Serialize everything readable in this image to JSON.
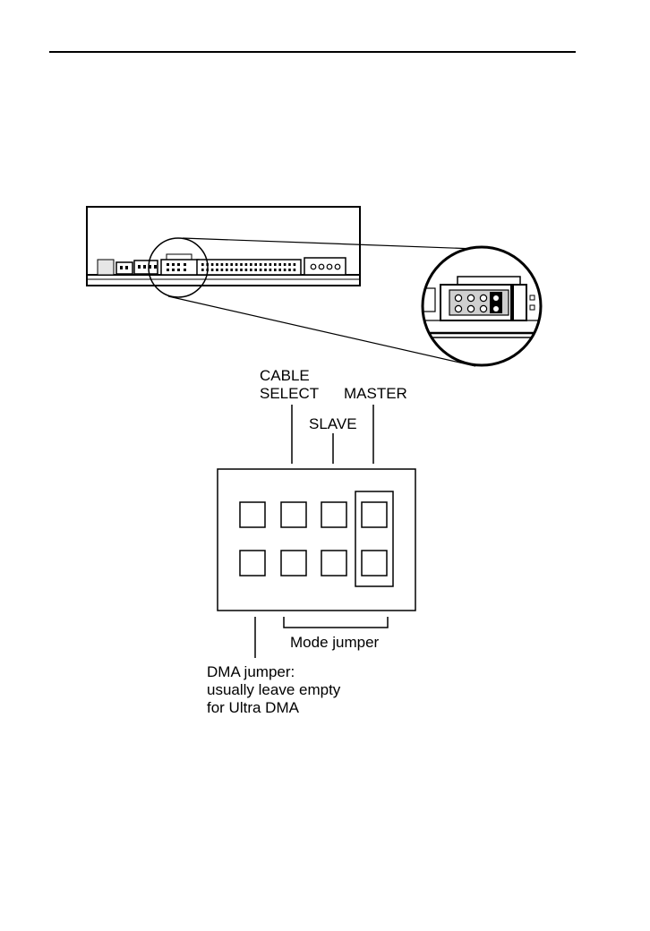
{
  "labels": {
    "cable_select_line1": "CABLE",
    "cable_select_line2": "SELECT",
    "slave": "SLAVE",
    "master": "MASTER",
    "mode_jumper": "Mode jumper",
    "dma_line1": "DMA jumper:",
    "dma_line2": "usually leave empty",
    "dma_line3": "for Ultra DMA"
  },
  "colors": {
    "ink": "#000000",
    "background": "#ffffff",
    "tray_gray": "#d8d8d8",
    "jumper_fill": "#000000"
  },
  "jumper_block": {
    "columns": 4,
    "rows": 2,
    "jumper_installed_column": "MASTER"
  }
}
